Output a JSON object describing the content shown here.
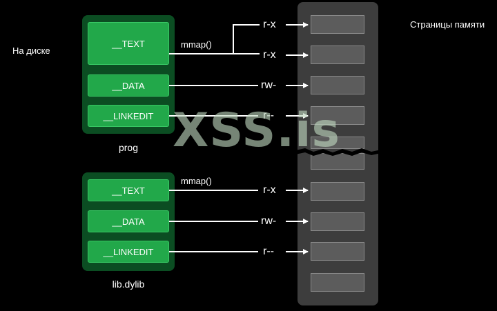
{
  "labels": {
    "disk": "На диске",
    "memory_pages": "Страницы памяти"
  },
  "prog": {
    "caption": "prog",
    "mmap": "mmap()",
    "segments": [
      "__TEXT",
      "__DATA",
      "__LINKEDIT"
    ],
    "perms": [
      "r-x",
      "r-x",
      "rw-",
      "r--"
    ]
  },
  "lib": {
    "caption": "lib.dylib",
    "mmap": "mmap()",
    "segments": [
      "__TEXT",
      "__DATA",
      "__LINKEDIT"
    ],
    "perms": [
      "r-x",
      "rw-",
      "r--"
    ]
  },
  "watermark": "XSS.is",
  "colors": {
    "segment_green": "#22a84a",
    "group_green": "#0b4d22",
    "memory_column": "#3d3d3d",
    "page_gray": "#5c5c5c"
  }
}
